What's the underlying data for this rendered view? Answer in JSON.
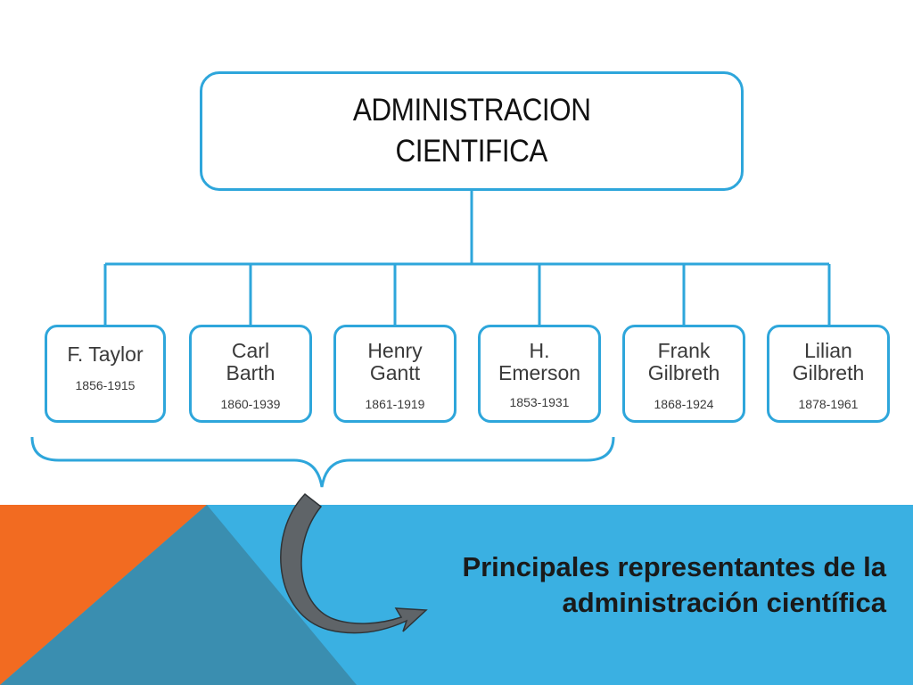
{
  "root": {
    "line1": "ADMINISTRACION",
    "line2": "CIENTIFICA"
  },
  "representatives": [
    {
      "name": "F. Taylor",
      "years": "1856-1915"
    },
    {
      "name": "Carl Barth",
      "years": "1860-1939"
    },
    {
      "name": "Henry Gantt",
      "years": "1861-1919"
    },
    {
      "name": "H. Emerson",
      "years": "1853-1931"
    },
    {
      "name": "Frank Gilbreth",
      "years": "1868-1924"
    },
    {
      "name": "Lilian Gilbreth",
      "years": "1878-1961"
    }
  ],
  "caption": {
    "line1": "Principales representantes de la",
    "line2": "administración científica"
  },
  "colors": {
    "accent_blue": "#2ea6db",
    "band_blue": "#3ab0e2",
    "band_dark": "#3a8eb0",
    "band_orange": "#f26b21",
    "arrow_gray": "#5f6468"
  }
}
